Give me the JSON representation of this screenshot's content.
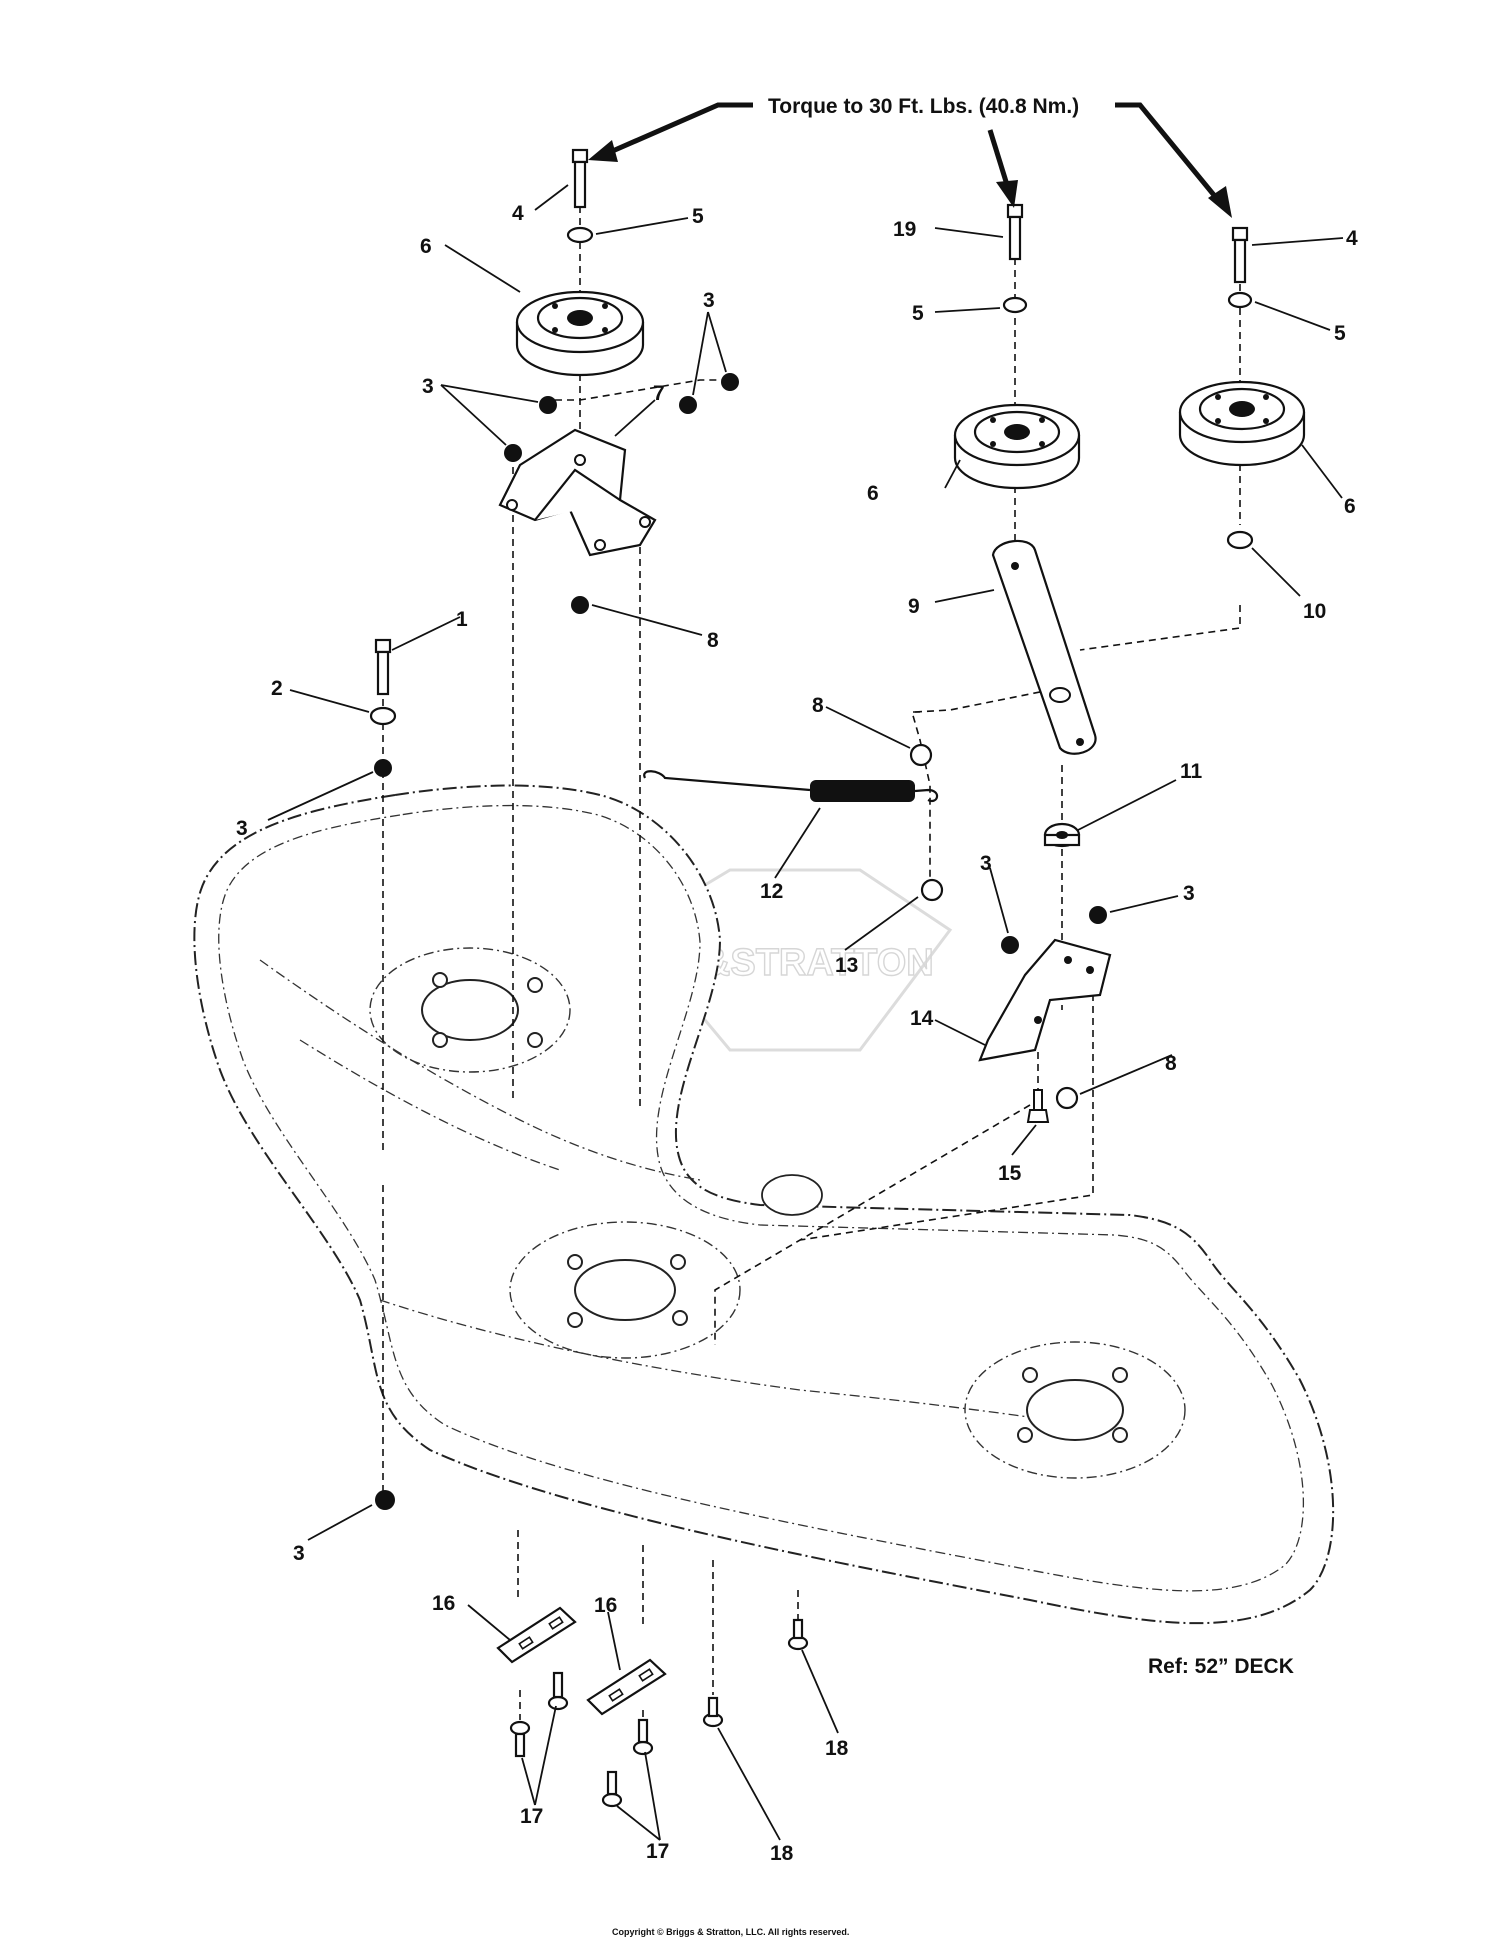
{
  "torque_note": "Torque to 30 Ft. Lbs. (40.8 Nm.)",
  "reference_label": "Ref: 52” DECK",
  "copyright": "Copyright © Briggs & Stratton, LLC. All rights reserved.",
  "watermark": "BRIGGS&STRATTON",
  "callouts": [
    {
      "id": "c4a",
      "label": "4"
    },
    {
      "id": "c5a",
      "label": "5"
    },
    {
      "id": "c6a",
      "label": "6"
    },
    {
      "id": "c3a",
      "label": "3"
    },
    {
      "id": "c7",
      "label": "7"
    },
    {
      "id": "c3b",
      "label": "3"
    },
    {
      "id": "c8a",
      "label": "8"
    },
    {
      "id": "c19",
      "label": "19"
    },
    {
      "id": "c5b",
      "label": "5"
    },
    {
      "id": "c6b",
      "label": "6"
    },
    {
      "id": "c4b",
      "label": "4"
    },
    {
      "id": "c5c",
      "label": "5"
    },
    {
      "id": "c6c",
      "label": "6"
    },
    {
      "id": "c9",
      "label": "9"
    },
    {
      "id": "c10",
      "label": "10"
    },
    {
      "id": "c1",
      "label": "1"
    },
    {
      "id": "c2",
      "label": "2"
    },
    {
      "id": "c3c",
      "label": "3"
    },
    {
      "id": "c8b",
      "label": "8"
    },
    {
      "id": "c12",
      "label": "12"
    },
    {
      "id": "c11",
      "label": "11"
    },
    {
      "id": "c13",
      "label": "13"
    },
    {
      "id": "c3d",
      "label": "3"
    },
    {
      "id": "c3e",
      "label": "3"
    },
    {
      "id": "c14",
      "label": "14"
    },
    {
      "id": "c8c",
      "label": "8"
    },
    {
      "id": "c15",
      "label": "15"
    },
    {
      "id": "c3f",
      "label": "3"
    },
    {
      "id": "c16a",
      "label": "16"
    },
    {
      "id": "c16b",
      "label": "16"
    },
    {
      "id": "c17a",
      "label": "17"
    },
    {
      "id": "c17b",
      "label": "17"
    },
    {
      "id": "c18a",
      "label": "18"
    },
    {
      "id": "c18b",
      "label": "18"
    }
  ]
}
